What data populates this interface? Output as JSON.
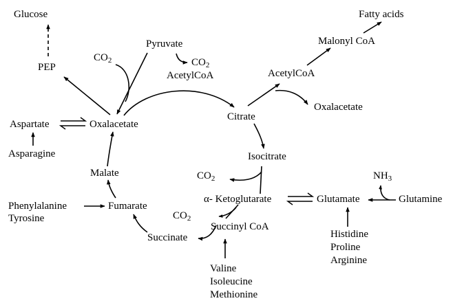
{
  "diagram": {
    "colors": {
      "ink": "#000000",
      "background": "#ffffff"
    },
    "nodes": {
      "glucose": "Glucose",
      "pep": "PEP",
      "co2_left": {
        "base": "CO",
        "sub": "2"
      },
      "pyruvate": "Pyruvate",
      "co2_top": {
        "base": "CO",
        "sub": "2"
      },
      "acetylcoa_top": "AcetylCoA",
      "fatty_acids": "Fatty acids",
      "malonyl_coa": "Malonyl CoA",
      "acetylcoa_right": "AcetylCoA",
      "oxalacetate_right": "Oxalacetate",
      "aspartate": "Aspartate",
      "oxalacetate": "Oxalacetate",
      "citrate": "Citrate",
      "asparagine": "Asparagine",
      "isocitrate": "Isocitrate",
      "nh3": {
        "base": "NH",
        "sub": "3"
      },
      "malate": "Malate",
      "co2_mid": {
        "base": "CO",
        "sub": "2"
      },
      "phenylalanine": "Phenylalanine",
      "tyrosine": "Tyrosine",
      "fumarate": "Fumarate",
      "alpha_ketoglutarate": "α- Ketoglutarate",
      "glutamate": "Glutamate",
      "glutamine": "Glutamine",
      "co2_low": {
        "base": "CO",
        "sub": "2"
      },
      "succinyl_coa": "Succinyl CoA",
      "succinate": "Succinate",
      "histidine": "Histidine",
      "proline": "Proline",
      "arginine": "Arginine",
      "valine": "Valine",
      "isoleucine": "Isoleucine",
      "methionine": "Methionine"
    }
  }
}
